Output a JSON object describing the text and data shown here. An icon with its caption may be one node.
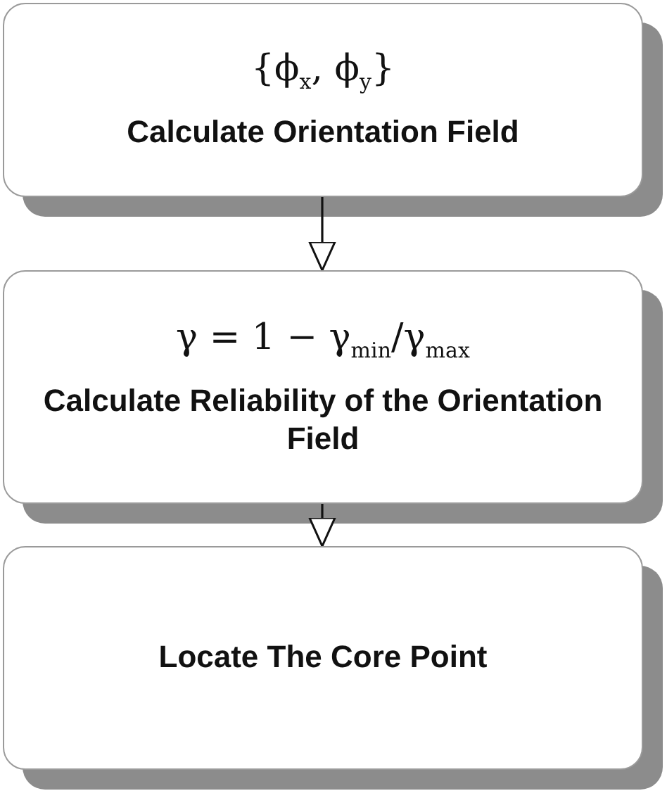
{
  "diagram": {
    "nodes": [
      {
        "text": [
          "{ϕ$_{x}$, ϕ$_{y}$}",
          "Calculate Orientation Field"
        ]
      },
      {
        "text": [
          "γ = 1 − γ$_{min}$/γ$_{max}$",
          "Calculate Reliability of the Orientation Field"
        ]
      },
      {
        "text": [
          "Locate The Core Point"
        ]
      }
    ],
    "edges": [
      {
        "from": 0,
        "to": 1,
        "arrow": "to"
      },
      {
        "from": 1,
        "to": 2,
        "arrow": "to"
      }
    ]
  }
}
